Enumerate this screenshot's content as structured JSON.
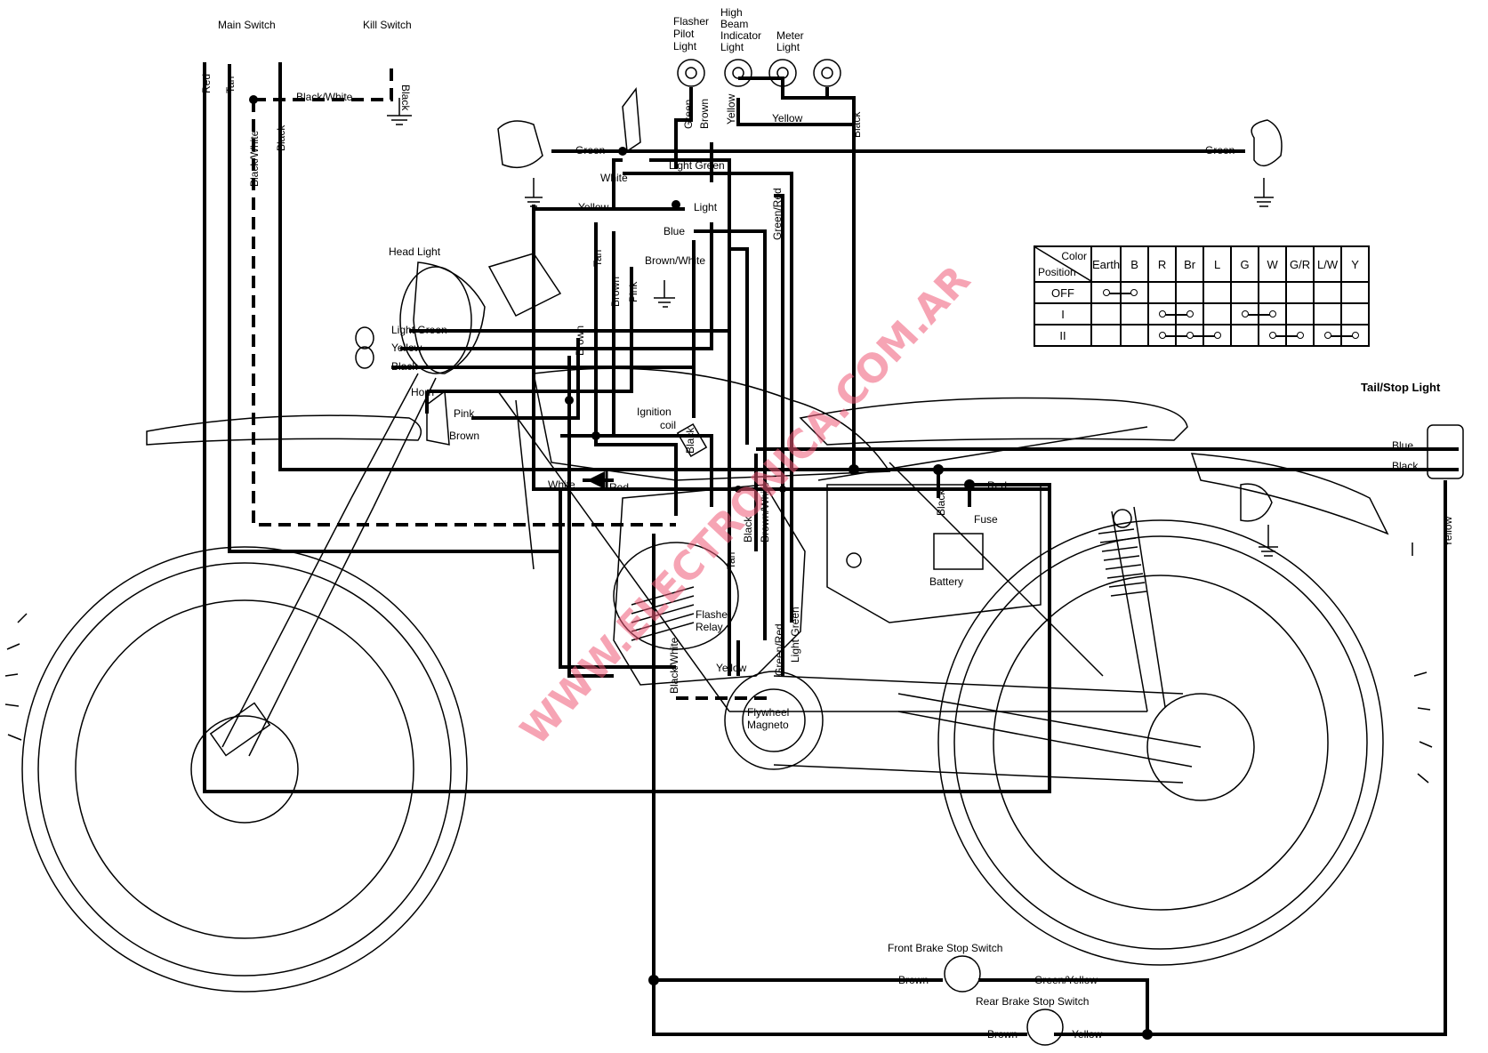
{
  "switch_labels": {
    "main_switch": "Main Switch",
    "kill_switch": "Kill Switch",
    "flasher_pilot_light": [
      "Flasher",
      "Pilot",
      "Light"
    ],
    "high_beam_indicator_light": [
      "High",
      "Beam",
      "Indicator",
      "Light"
    ],
    "meter_light": [
      "Meter",
      "Light"
    ],
    "head_light": "Head Light",
    "horn": "Horn",
    "ignition_coil": [
      "Ignition",
      "coil"
    ],
    "battery": "Battery",
    "fuse": "Fuse",
    "flasher_relay": [
      "Flasher",
      "Relay"
    ],
    "flywheel_magneto": [
      "Flywheel",
      "Magneto"
    ],
    "tail_stop_light": "Tail/Stop Light",
    "front_brake_stop_switch": "Front Brake Stop Switch",
    "rear_brake_stop_switch": "Rear Brake Stop Switch"
  },
  "wire_labels": {
    "red": "Red",
    "tan": "Tan",
    "black": "Black",
    "black_white": "Black/White",
    "green": "Green",
    "brown": "Brown",
    "yellow": "Yellow",
    "white": "White",
    "light_green": "Light Green",
    "light": "Light",
    "blue": "Blue",
    "brown_white": "Brown/White",
    "green_red": "Green/Red",
    "green_yellow": "Green/Yellow",
    "pink": "Pink"
  },
  "color_table": {
    "corner_top": "Color",
    "corner_bottom": "Position",
    "columns": [
      "Earth",
      "B",
      "R",
      "Br",
      "L",
      "G",
      "W",
      "G/R",
      "L/W",
      "Y"
    ],
    "rows": [
      {
        "position": "OFF",
        "connections": [
          [
            0,
            1
          ]
        ]
      },
      {
        "position": "I",
        "connections": [
          [
            2,
            3
          ],
          [
            5,
            6
          ]
        ]
      },
      {
        "position": "II",
        "connections": [
          [
            2,
            3,
            4
          ],
          [
            6,
            7
          ],
          [
            8,
            9
          ]
        ]
      }
    ]
  },
  "watermark": "WWW.ELECTRONICA.COM.AR"
}
